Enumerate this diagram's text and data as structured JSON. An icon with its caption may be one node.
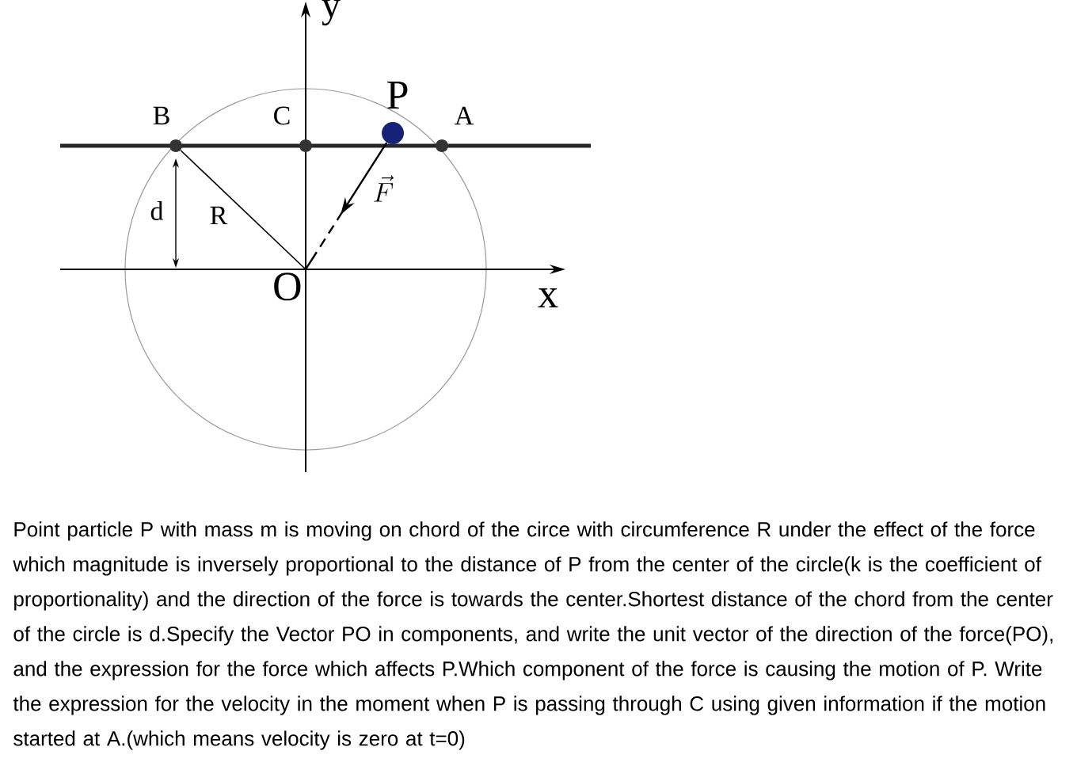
{
  "diagram": {
    "caption": "Point particle P with mass m is moving on chord of the circe with circumference R under the effect of the force which magnitude is inversely proportional to the distance of P from the center of the circle(k is the coefficient of proportionality) and the direction of the force is towards the center.Shortest distance of the chord from the center of the circle is d.Specify the Vector PO in components, and write the unit vector of the direction of the force(PO), and the expression for the force which affects P.Which component of the force is causing the motion of P. Write the expression for the velocity in the moment when P is passing through C using given information if the motion started at A.(which means velocity is zero at t=0)",
    "nodes": [
      {
        "text": [
          "B"
        ]
      },
      {
        "text": [
          "C"
        ]
      },
      {
        "text": [
          "P"
        ]
      },
      {
        "text": [
          "A"
        ]
      },
      {
        "text": [
          "O"
        ]
      }
    ],
    "edges": [
      {
        "from": 0,
        "to": 4,
        "arrow": "none",
        "label": "R"
      },
      {
        "from": 2,
        "to": 4,
        "arrow": "to",
        "label": "\\vec{F}",
        "style": "dashed"
      }
    ],
    "labels": [
      "y",
      "d",
      "x"
    ]
  }
}
